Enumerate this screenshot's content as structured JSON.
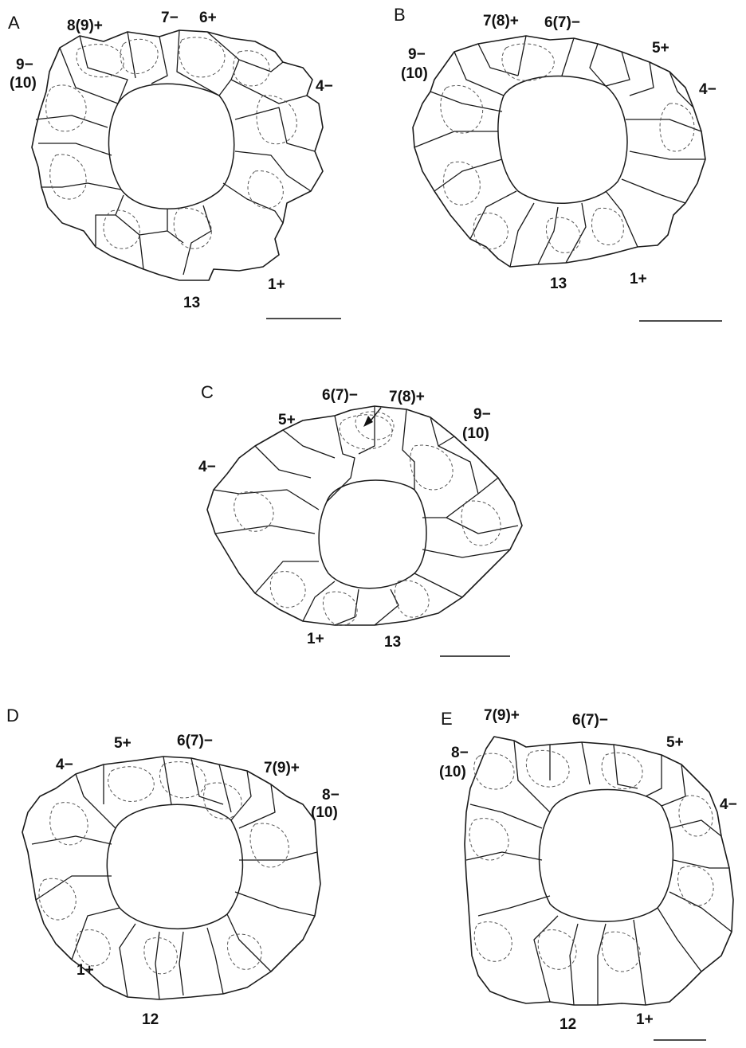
{
  "panels": [
    {
      "id": "A",
      "letter": "A",
      "labels": {
        "l1": "8(9)+",
        "l2": "7−",
        "l3": "6+",
        "l4": "9−",
        "l5": "(10)",
        "l6": "4−",
        "l7": "13",
        "l8": "1+"
      }
    },
    {
      "id": "B",
      "letter": "B",
      "labels": {
        "l1": "7(8)+",
        "l2": "6(7)−",
        "l3": "5+",
        "l4": "9−",
        "l5": "(10)",
        "l6": "4−",
        "l7": "13",
        "l8": "1+"
      }
    },
    {
      "id": "C",
      "letter": "C",
      "labels": {
        "l1": "6(7)−",
        "l2": "7(8)+",
        "l3": "5+",
        "l4": "9−",
        "l5": "(10)",
        "l6": "4−",
        "l7": "1+",
        "l8": "13"
      }
    },
    {
      "id": "D",
      "letter": "D",
      "labels": {
        "l1": "5+",
        "l2": "6(7)−",
        "l3": "4−",
        "l4": "7(9)+",
        "l5": "8−",
        "l6": "(10)",
        "l7": "1+",
        "l8": "12"
      }
    },
    {
      "id": "E",
      "letter": "E",
      "labels": {
        "l1": "7(9)+",
        "l2": "6(7)−",
        "l3": "5+",
        "l4": "8−",
        "l5": "(10)",
        "l6": "4−",
        "l7": "12",
        "l8": "1+"
      }
    }
  ]
}
